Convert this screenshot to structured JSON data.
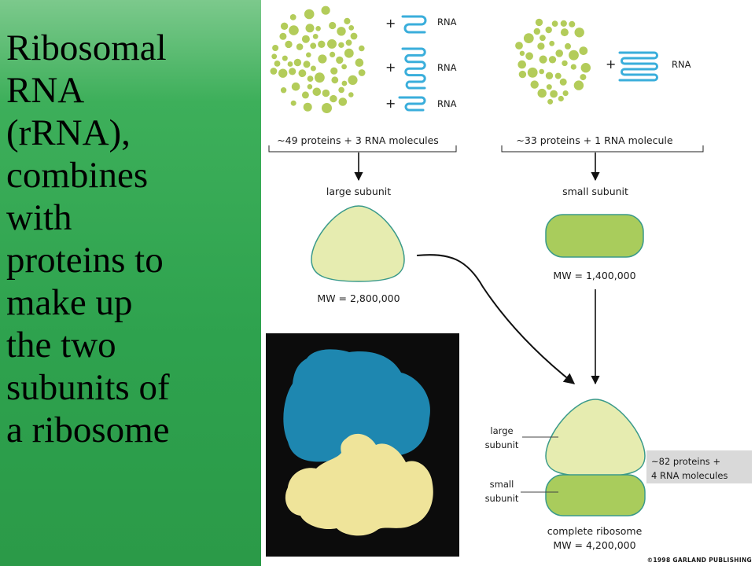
{
  "slide": {
    "text_lines": [
      "Ribosomal",
      "RNA",
      "(rRNA),",
      "combines",
      "with",
      "proteins to",
      "make up",
      "the two",
      "subunits of",
      "a ribosome"
    ]
  },
  "diagram": {
    "rna_label": "RNA",
    "plus_symbol": "+",
    "large_group_label": "~49 proteins + 3 RNA molecules",
    "small_group_label": "~33 proteins + 1 RNA molecule",
    "large_subunit_label": "large subunit",
    "small_subunit_label": "small subunit",
    "large_mw": "MW = 2,800,000",
    "small_mw": "MW = 1,400,000",
    "ribosome_large_label": [
      "large",
      "subunit"
    ],
    "ribosome_small_label": [
      "small",
      "subunit"
    ],
    "total_composition": [
      "~82 proteins +",
      "4 RNA molecules"
    ],
    "complete_label": "complete ribosome",
    "complete_mw": "MW = 4,200,000",
    "copyright": "©1998 GARLAND PUBLISHING"
  },
  "colors": {
    "protein_dot": "#b3cc5a",
    "rna_strand": "#3aaedb",
    "large_subunit_fill": "#e6ecb0",
    "small_subunit_fill": "#a9cc5c",
    "subunit_outline": "#3a9a8a",
    "model_blue": "#1e87b0",
    "model_yellow": "#efe49a",
    "sidebar_green": "#2ea24e"
  }
}
